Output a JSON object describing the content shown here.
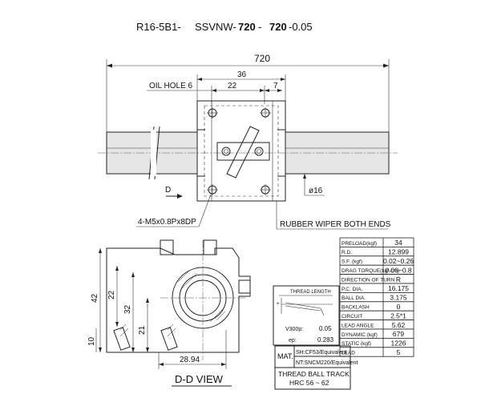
{
  "title": {
    "prefix": "R16-5B1-",
    "series": "SSVNW-",
    "length1": "720",
    "dash1": "-",
    "length2": "720",
    "tolerance": "-0.05"
  },
  "top_view": {
    "overall_length": "720",
    "dim_36": "36",
    "dim_22": "22",
    "dim_7": "7",
    "oil_hole": "OIL HOLE 6",
    "section_mark": "D",
    "shaft_dia": "ø16",
    "thread_callout": "4-M5x0.8Px8DP",
    "wiper_note": "RUBBER WIPER BOTH ENDS"
  },
  "section_view": {
    "dim_42": "42",
    "dim_22": "22",
    "dim_32": "32",
    "dim_21": "21",
    "dim_10": "10",
    "dim_28_94": "28.94",
    "view_label": "D-D VIEW"
  },
  "spec_table": {
    "rows": [
      {
        "label": "PRELOAD(kgf)",
        "value": "34"
      },
      {
        "label": "R.D.",
        "value": "12.899"
      },
      {
        "label": "S.F.      (kgf)",
        "value": "0.02~0.26"
      },
      {
        "label": "DRAG TORQUE(kgf-cm)",
        "value": "0.06~0.8"
      },
      {
        "label": "DIRECTION OF TURN",
        "value": "R"
      },
      {
        "label": "P.C. DIA.",
        "value": "16.175"
      },
      {
        "label": "BALL DIA.",
        "value": "3.175"
      },
      {
        "label": "BACKLASH",
        "value": "0"
      },
      {
        "label": "CIRCUIT",
        "value": "2.5*1"
      },
      {
        "label": "LEAD ANGLE",
        "value": "5.62"
      },
      {
        "label": "DYNAMIC      (kgf)",
        "value": "679"
      },
      {
        "label": "STATIC       (kgf)",
        "value": "1226"
      },
      {
        "label": "LEAD",
        "value": "5"
      }
    ]
  },
  "thread_box": {
    "thread_length": "THREAD LENGTH",
    "v_label": "V300p:",
    "v_value": "0.05",
    "ep_label": "ep:",
    "ep_value": "0.283"
  },
  "mat_box": {
    "mat": "MAT.",
    "sh": "SH:CF53/Equivalent",
    "nt": "NT:SNCM220/Equivalent",
    "thread_line": "THREAD BALL TRACK",
    "hrc_line": "HRC 56 ~ 62"
  }
}
